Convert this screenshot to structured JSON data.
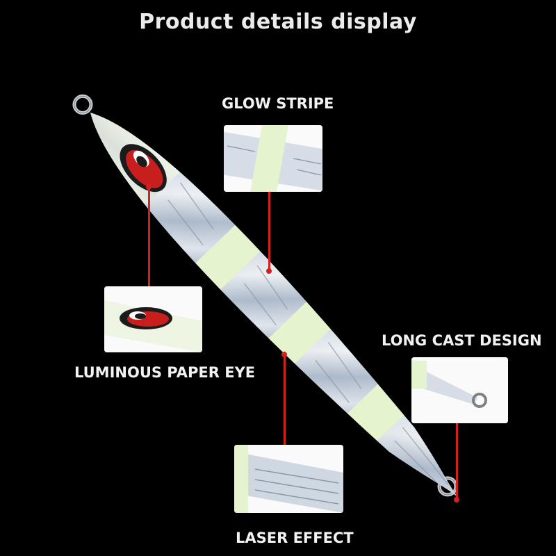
{
  "title": "Product details display",
  "callouts": {
    "glow_stripe": "GLOW STRIPE",
    "luminous_paper_eye": "LUMINOUS PAPER EYE",
    "long_cast_design": "LONG CAST DESIGN",
    "laser_effect": "LASER EFFECT"
  },
  "colors": {
    "background": "#000000",
    "leader_line": "#d42020",
    "glow": "#e6f3cf",
    "eye_red": "#c81e1e"
  }
}
